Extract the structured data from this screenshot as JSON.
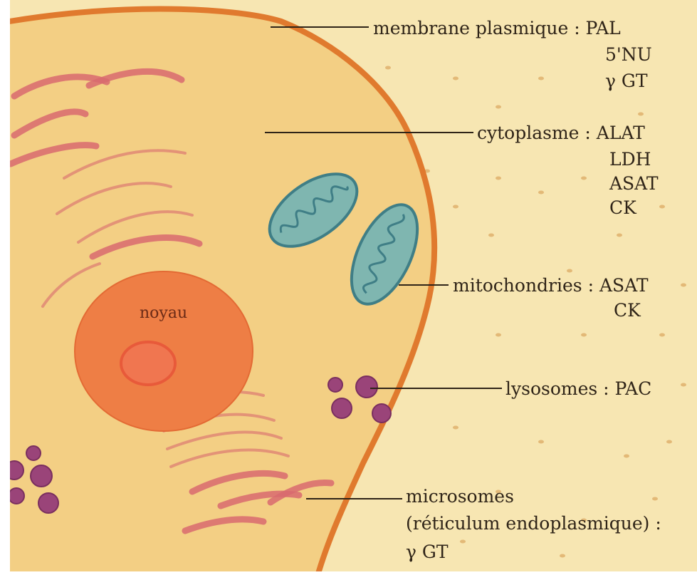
{
  "diagram": {
    "colors": {
      "background": "#f7e6b2",
      "cytoplasm": "#f3cf84",
      "membrane": "#e07a2e",
      "nucleus": "#ee7e45",
      "nucleolus": "#e85a3a",
      "mitochondria": "#7fb6b0",
      "lysosome": "#9a4479",
      "er": "#d86a6e",
      "leader_line": "#2f2418"
    },
    "nucleus_label": "noyau",
    "labels": [
      {
        "id": "membrane",
        "lines": [
          "membrane plasmique : PAL",
          "5'NU",
          "γ GT"
        ]
      },
      {
        "id": "cytoplasme",
        "lines": [
          "cytoplasme : ALAT",
          "LDH",
          "ASAT",
          "CK"
        ]
      },
      {
        "id": "mitochondries",
        "lines": [
          "mitochondries : ASAT",
          "CK"
        ]
      },
      {
        "id": "lysosomes",
        "lines": [
          "lysosomes : PAC"
        ]
      },
      {
        "id": "microsomes",
        "lines": [
          "microsomes",
          "(réticulum endoplasmique) :",
          "γ GT"
        ]
      }
    ]
  }
}
